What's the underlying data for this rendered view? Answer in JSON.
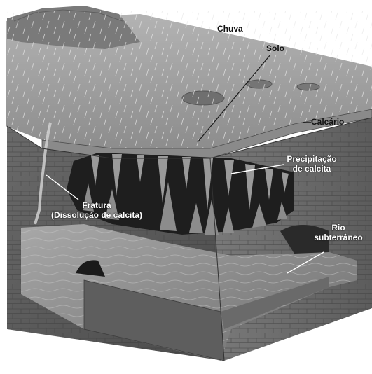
{
  "labels": {
    "rain": "Chuva",
    "soil": "Solo",
    "limestone": "—Calcário",
    "precipitation_line1": "Precipitação",
    "precipitation_line2": "de calcita",
    "fracture_line1": "Fratura",
    "fracture_line2": "(Dissolução de calcita)",
    "river_line1": "Rio",
    "river_line2": "subterrâneo"
  },
  "colors": {
    "background": "#ffffff",
    "sky": "#9a9a9a",
    "rock_side": "#6e6e6e",
    "rock_front": "#5a5a5a",
    "cave": "#1f1f1f",
    "water": "#8f8f8f",
    "leader_line": "#ffffff"
  }
}
